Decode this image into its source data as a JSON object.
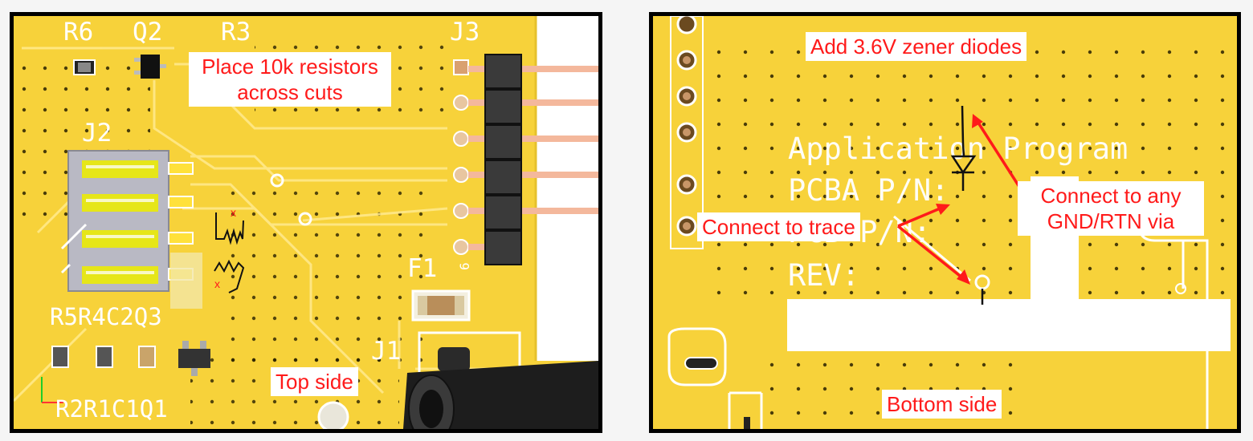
{
  "top_panel": {
    "designators": {
      "r6": "R6",
      "q2": "Q2",
      "r3": "R3",
      "j3": "J3",
      "j2": "J2",
      "f1": "F1",
      "j1": "J1",
      "r5r4c2q3": "R5R4C2Q3",
      "r2r1c1q1": "R2R1C1Q1",
      "pin6": "6"
    },
    "callouts": {
      "resistors": "Place 10k resistors\nacross cuts",
      "side": "Top side"
    },
    "cut_marks": [
      "x",
      "x"
    ]
  },
  "bottom_panel": {
    "silkscreen": {
      "line1": "Application Program",
      "line2": "PCBA P/N:",
      "line3": "PCB P/N:",
      "line4": "REV:"
    },
    "callouts": {
      "zener": "Add 3.6V zener diodes",
      "trace": "Connect to trace",
      "gnd": "Connect to any\nGND/RTN via",
      "side": "Bottom side"
    }
  },
  "colors": {
    "board": "#f7d23a",
    "annotation": "#ff1a1a",
    "silkscreen": "#ffffff",
    "outline": "#000000"
  }
}
